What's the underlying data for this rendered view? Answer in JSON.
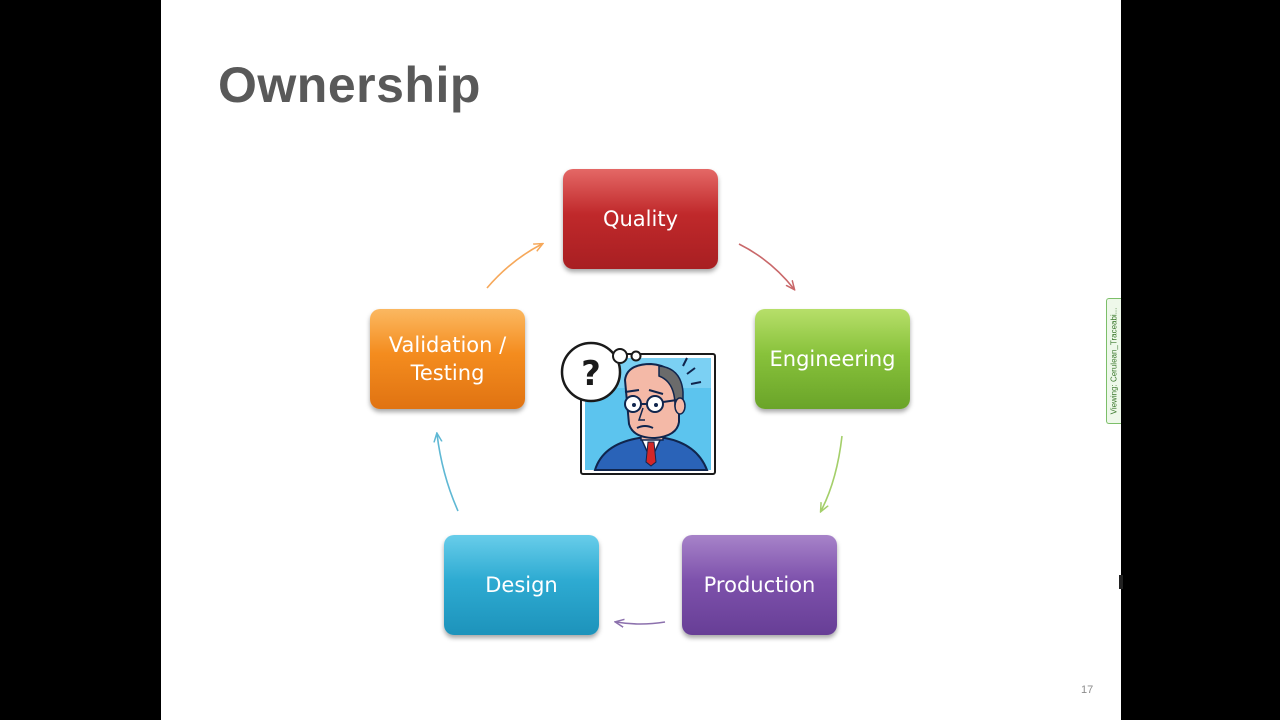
{
  "slide": {
    "title": "Ownership",
    "page_number": "17"
  },
  "cycle": {
    "nodes": [
      {
        "label": "Quality",
        "color": "#c0292b"
      },
      {
        "label": "Engineering",
        "color": "#88c23b"
      },
      {
        "label": "Production",
        "color": "#7e52ac"
      },
      {
        "label": "Design",
        "color": "#2eabd2"
      },
      {
        "label": "Validation / Testing",
        "color": "#f48c1e"
      }
    ],
    "center_image": "confused-businessman-icon"
  },
  "viewer": {
    "tab_label": "Viewing: Cerulean_Traceabi..."
  }
}
